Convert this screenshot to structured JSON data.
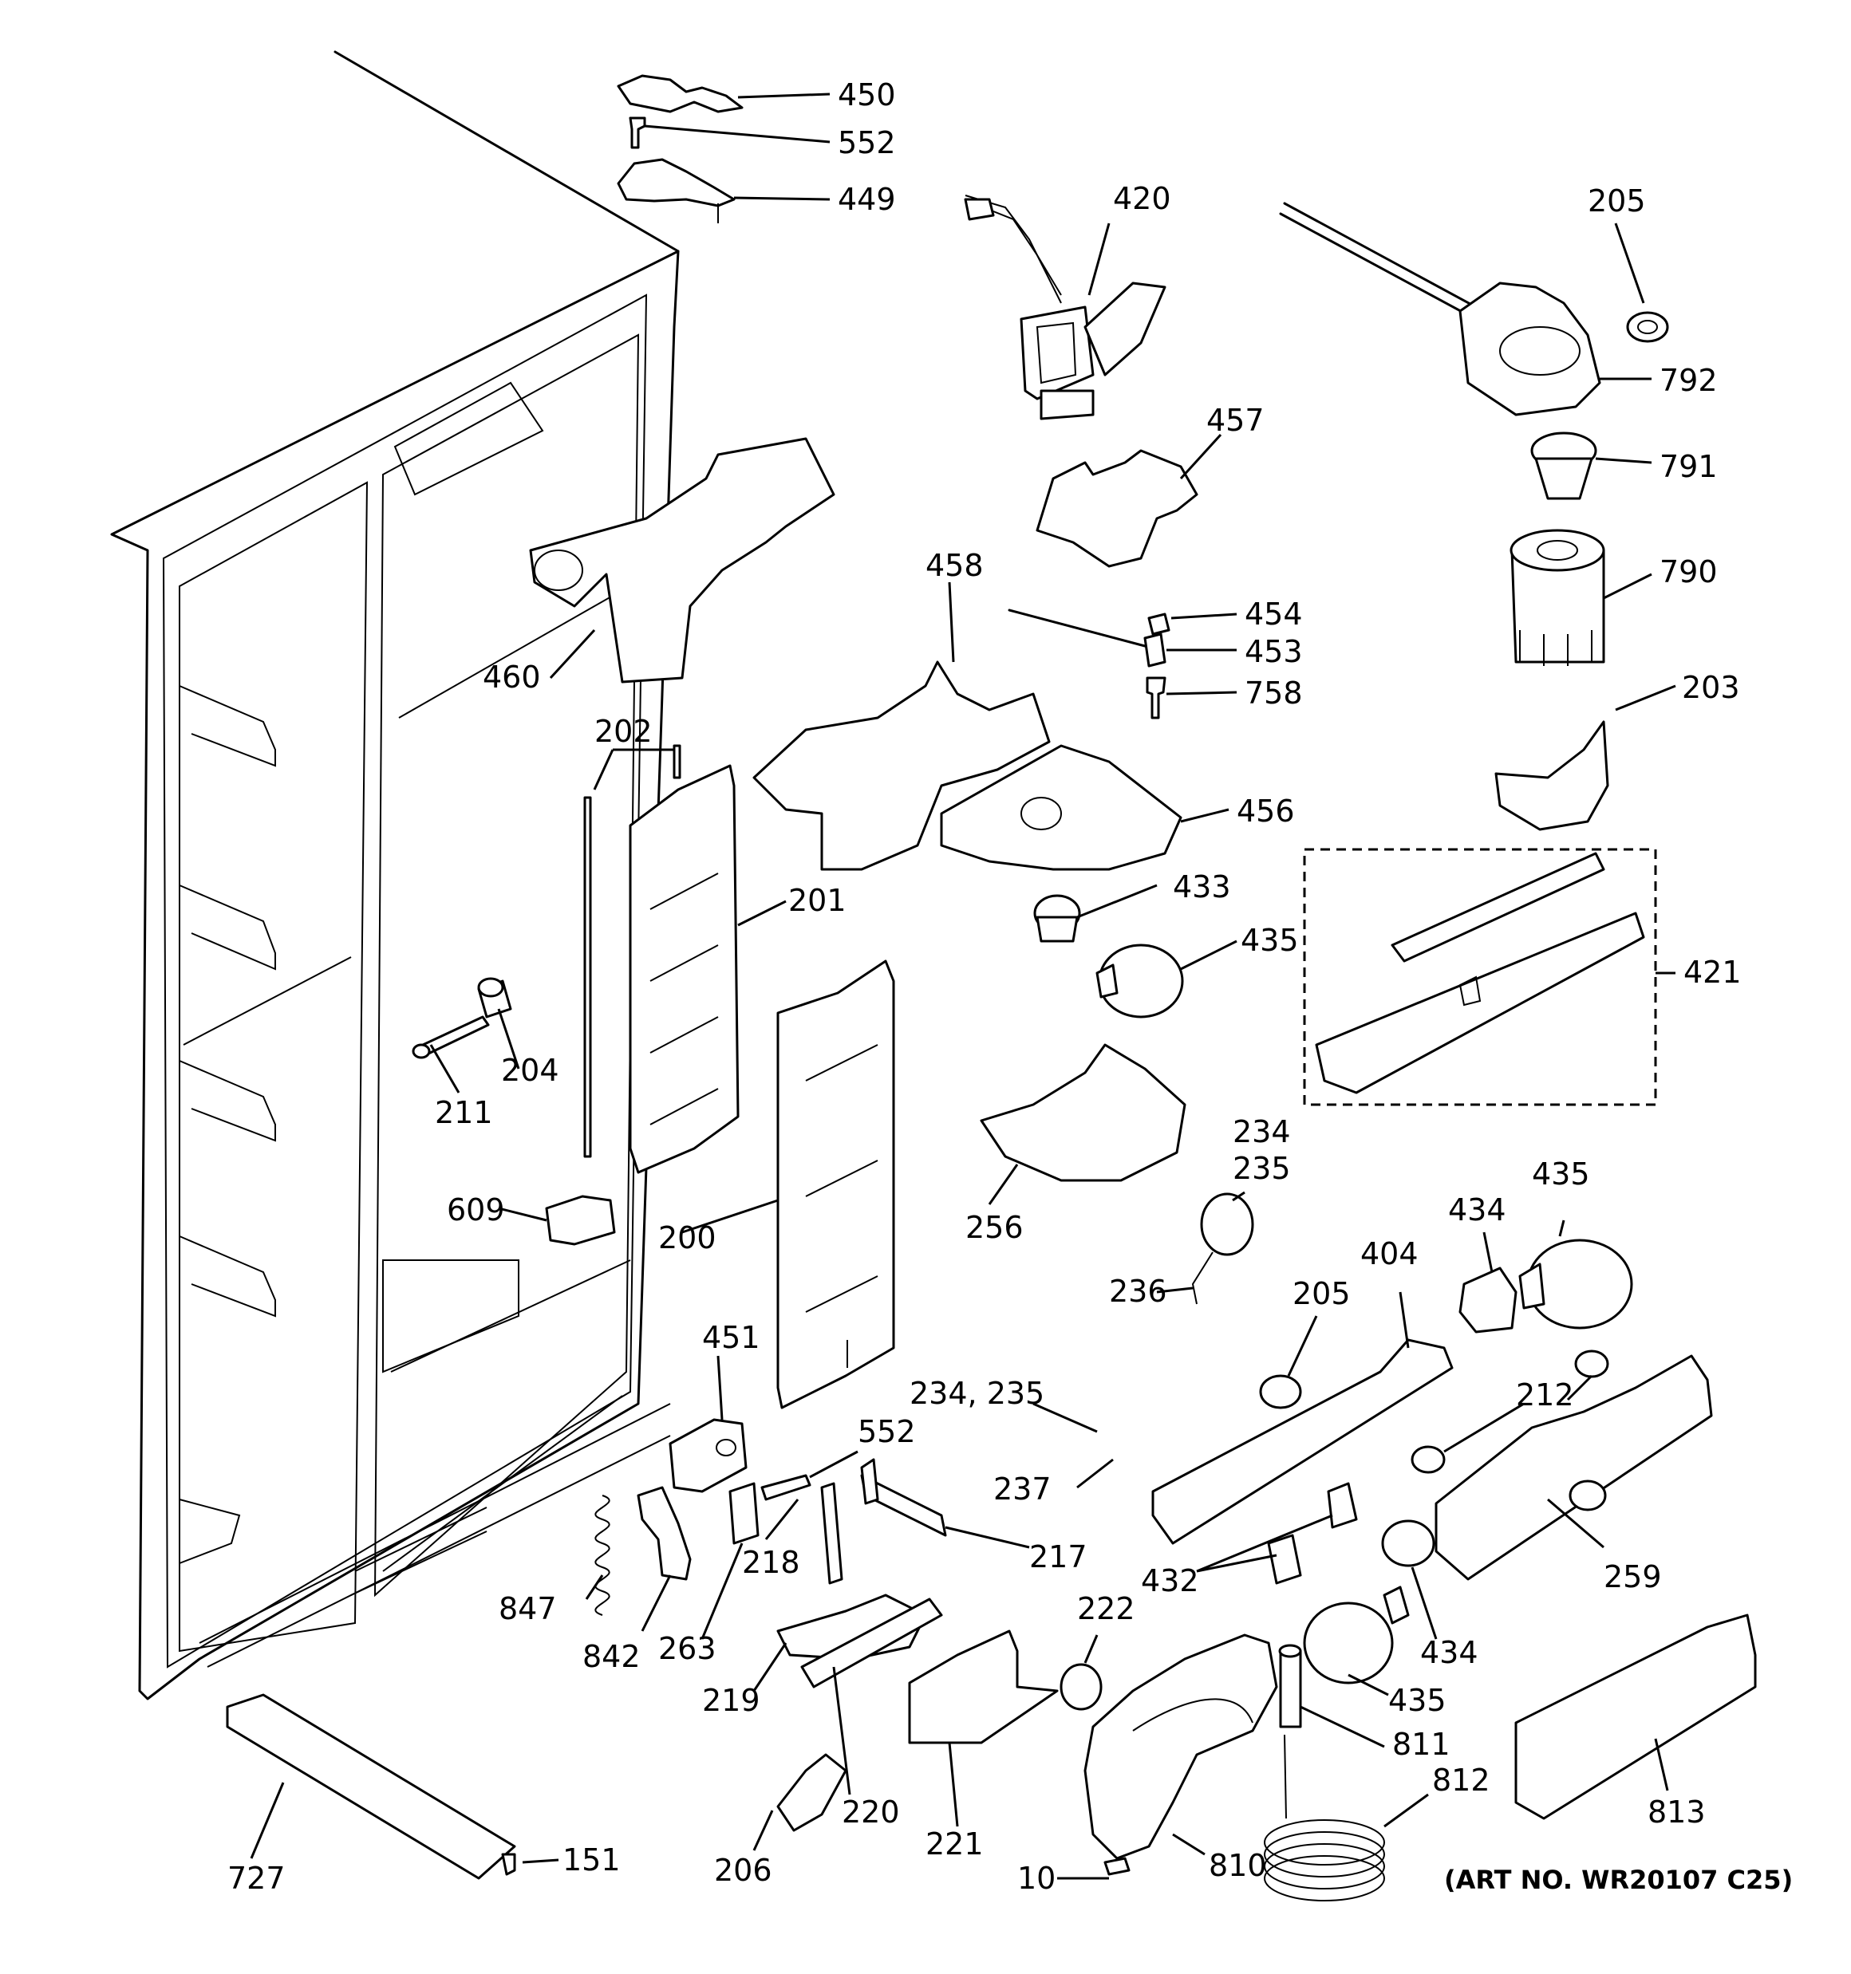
{
  "diagram": {
    "art_number": "(ART NO. WR20107 C25)",
    "labels": [
      "450",
      "552",
      "449",
      "420",
      "205",
      "792",
      "457",
      "791",
      "790",
      "458",
      "454",
      "453",
      "758",
      "460",
      "202",
      "203",
      "456",
      "201",
      "433",
      "435",
      "421",
      "211",
      "204",
      "234",
      "235",
      "609",
      "200",
      "256",
      "236",
      "435",
      "434",
      "404",
      "205",
      "451",
      "234, 235",
      "552",
      "212",
      "237",
      "218",
      "217",
      "432",
      "259",
      "847",
      "842",
      "263",
      "222",
      "434",
      "219",
      "435",
      "811",
      "812",
      "220",
      "221",
      "813",
      "727",
      "151",
      "206",
      "10",
      "810"
    ]
  }
}
